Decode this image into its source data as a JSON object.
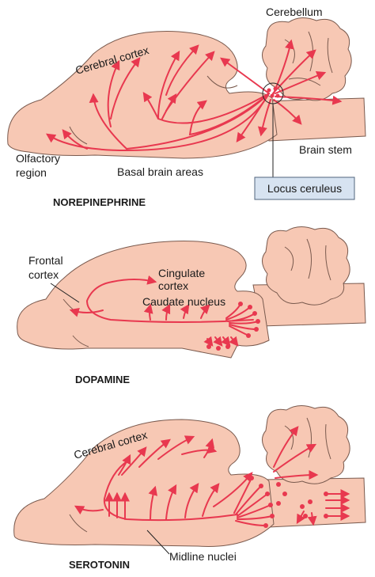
{
  "colors": {
    "tissue": "#f7c8b4",
    "outline": "#7a5a4e",
    "pathway": "#e8384f",
    "callout_box": "#d7e3f1"
  },
  "panels": [
    {
      "title": "NOREPINEPHRINE",
      "labels": {
        "cerebellum": "Cerebellum",
        "cerebral_cortex": "Cerebral cortex",
        "olfactory_region_line1": "Olfactory",
        "olfactory_region_line2": "region",
        "basal_brain_areas": "Basal brain areas",
        "brain_stem": "Brain stem",
        "locus_ceruleus": "Locus ceruleus"
      }
    },
    {
      "title": "DOPAMINE",
      "labels": {
        "frontal_cortex_line1": "Frontal",
        "frontal_cortex_line2": "cortex",
        "cingulate_cortex_line1": "Cingulate",
        "cingulate_cortex_line2": "cortex",
        "caudate_nucleus": "Caudate nucleus"
      }
    },
    {
      "title": "SEROTONIN",
      "labels": {
        "cerebral_cortex": "Cerebral cortex",
        "midline_nuclei": "Midline nuclei"
      }
    }
  ]
}
